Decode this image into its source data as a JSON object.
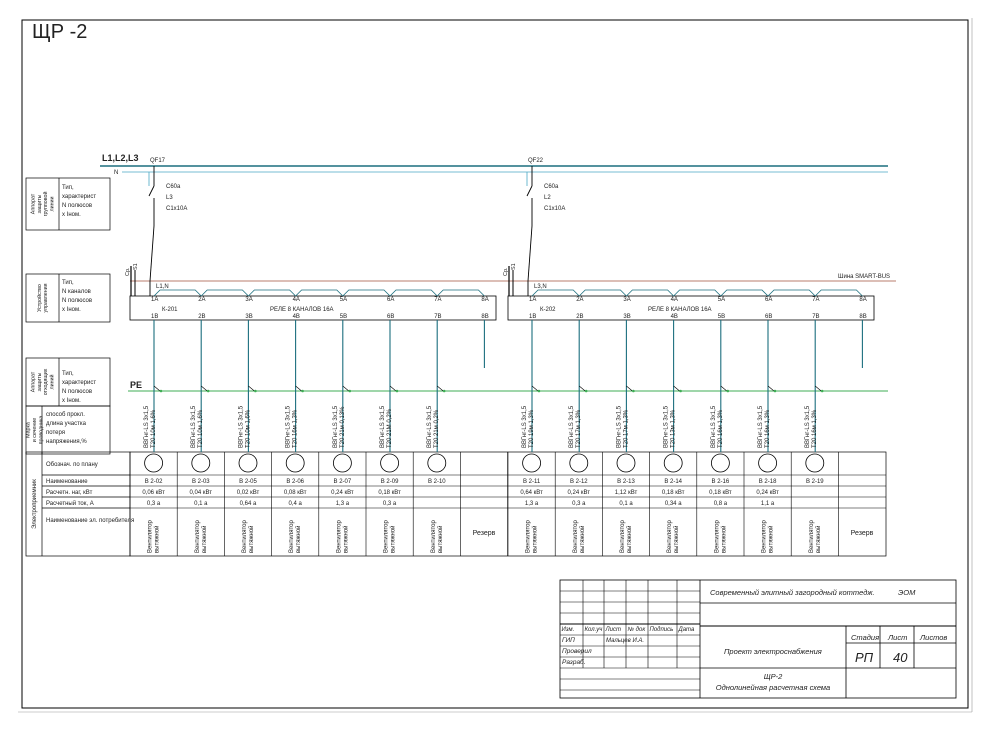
{
  "title": "ЩР -2",
  "bus": {
    "phases": "L1,L2,L3",
    "neutral": "N",
    "pe": "PE",
    "smart_bus": "Шина SMART-BUS"
  },
  "row_labels": {
    "r1_side": [
      "Аппарат",
      "защиты",
      "групповой",
      "линии"
    ],
    "r1_desc": [
      "Тип,",
      "характерист",
      "N полюсов",
      "x Iном."
    ],
    "r2_side": [
      "Устройство",
      "управления"
    ],
    "r2_desc": [
      "Тип,",
      "N каналов",
      "N полюсов",
      "x Iном."
    ],
    "r3_side": [
      "Аппарат",
      "защиты",
      "отходящих",
      "линий"
    ],
    "r3_desc": [
      "Тип,",
      "характерист",
      "N полюсов",
      "x Iном."
    ],
    "r4_side": [
      "Марка",
      "и сечение",
      "проводника"
    ],
    "r4_desc": [
      "способ прокл.",
      "длина участка",
      "потеря",
      "напряжения,%"
    ],
    "consumer_side": "Электроприемник",
    "consumer": [
      "Обознач. по плану",
      "Наименование",
      "Расчетн. наг, кВт",
      "Расчетный ток, А",
      "Наименование эл. потребителя"
    ]
  },
  "groups": [
    {
      "breaker": {
        "name": "QF17",
        "lines": [
          "C60a",
          "L3",
          "C1x10A"
        ]
      },
      "relay": {
        "name": "К-201",
        "desc": "РЕЛЕ 8 КАНАЛОВ 16А",
        "phase": "L1,N"
      },
      "aux": [
        "Ср.",
        "S1"
      ],
      "channels_top": [
        "1А",
        "2А",
        "3А",
        "4А",
        "5А",
        "6А",
        "7А",
        "8А"
      ],
      "channels_bottom": [
        "1В",
        "2В",
        "3В",
        "4В",
        "5В",
        "6В",
        "7В",
        "8В"
      ],
      "cables": [
        [
          "ВВГнг-LS 3х1,5",
          "Т20 10м 1,6%"
        ],
        [
          "ВВГнг-LS 3х1,5",
          "Т20 10м 1,6%"
        ],
        [
          "ВВГнг-LS 3х1,5",
          "Т20 10м 1,6%"
        ],
        [
          "ВВГнг-LS 3х1,5",
          "Т20 16м 1,3%"
        ],
        [
          "ВВГнг-LS 3х1,5",
          "Т20 21м 0,13%"
        ],
        [
          "ВВГнг-LS 3х1,5",
          "Т20 21М 0,2%"
        ],
        [
          "ВВГнг-LS 3х1,5",
          "Т20 21м 0,2%"
        ]
      ],
      "columns": [
        {
          "name": "В 2-02",
          "power": "0,06 кВт",
          "current": "0,3 а",
          "consumer": [
            "Вентилятор",
            "вытяжной"
          ],
          "circle": true
        },
        {
          "name": "В 2-03",
          "power": "0,04 кВт",
          "current": "0,1 а",
          "consumer": [
            "Вентилятор",
            "вытяжной"
          ],
          "circle": true
        },
        {
          "name": "В 2-05",
          "power": "0,02 кВт",
          "current": "0,64 а",
          "consumer": [
            "Вентилятор",
            "вытяжной"
          ],
          "circle": true
        },
        {
          "name": "В 2-06",
          "power": "0,08 кВт",
          "current": "0,4 а",
          "consumer": [
            "Вентилятор",
            "вытяжной"
          ],
          "circle": true
        },
        {
          "name": "В 2-07",
          "power": "0,24 кВт",
          "current": "1,3 а",
          "consumer": [
            "Вентилятор",
            "вытяжной"
          ],
          "circle": true
        },
        {
          "name": "В 2-09",
          "power": "0,18 кВт",
          "current": "0,3 а",
          "consumer": [
            "Вентилятор",
            "вытяжной"
          ],
          "circle": true
        },
        {
          "name": "В 2-10",
          "power": "",
          "current": "",
          "consumer": [
            "Вентилятор",
            "вытяжной"
          ],
          "circle": true
        },
        {
          "name": "",
          "power": "",
          "current": "",
          "consumer": [
            "Резерв"
          ],
          "circle": false
        }
      ]
    },
    {
      "breaker": {
        "name": "QF22",
        "lines": [
          "C60a",
          "L2",
          "C1x10A"
        ]
      },
      "relay": {
        "name": "К-202",
        "desc": "РЕЛЕ 8 КАНАЛОВ 16А",
        "phase": "L3,N"
      },
      "aux": [
        "Ср.",
        "S1"
      ],
      "channels_top": [
        "1А",
        "2А",
        "3А",
        "4А",
        "5А",
        "6А",
        "7А",
        "8А"
      ],
      "channels_bottom": [
        "1В",
        "2В",
        "3В",
        "4В",
        "5В",
        "6В",
        "7В",
        "8В"
      ],
      "cables": [
        [
          "ВВГнг-LS 3х1,5",
          "Т20 19м 1,3%"
        ],
        [
          "ВВГнг-LS 3х1,5",
          "Т20 17м 1,3%"
        ],
        [
          "ВВГнг-LS 3х1,5",
          "Т20 17м 1,3%"
        ],
        [
          "ВВГнг-LS 3х1,5",
          "Т20 13м 1,3%"
        ],
        [
          "ВВГнг-LS 3х1,5",
          "Т20 16м 1,3%"
        ],
        [
          "ВВГнг-LS 3х1,5",
          "Т20 16м 1,3%"
        ],
        [
          "ВВГнг-LS 3х1,5",
          "Т20 16м 1,3%"
        ]
      ],
      "columns": [
        {
          "name": "В 2-11",
          "power": "0,64 кВт",
          "current": "1,3 а",
          "consumer": [
            "Вентилятор",
            "вытяжной"
          ],
          "circle": true
        },
        {
          "name": "В 2-12",
          "power": "0,24 кВт",
          "current": "0,3 а",
          "consumer": [
            "Вентилятор",
            "вытяжной"
          ],
          "circle": true
        },
        {
          "name": "В 2-13",
          "power": "1,12 кВт",
          "current": "0,1 а",
          "consumer": [
            "Вентилятор",
            "вытяжной"
          ],
          "circle": true
        },
        {
          "name": "В 2-14",
          "power": "0,18 кВт",
          "current": "0,34 а",
          "consumer": [
            "Вентилятор",
            "вытяжной"
          ],
          "circle": true
        },
        {
          "name": "В 2-16",
          "power": "0,18 кВт",
          "current": "0,8 а",
          "consumer": [
            "Вентилятор",
            "вытяжной"
          ],
          "circle": true
        },
        {
          "name": "В 2-18",
          "power": "0,24 кВт",
          "current": "1,1 а",
          "consumer": [
            "Вентилятор",
            "вытяжной"
          ],
          "circle": true
        },
        {
          "name": "В 2-19",
          "power": "",
          "current": "",
          "consumer": [
            "Вентилятор",
            "вытяжной"
          ],
          "circle": true
        },
        {
          "name": "",
          "power": "",
          "current": "",
          "consumer": [
            "Резерв"
          ],
          "circle": false
        }
      ]
    }
  ],
  "stamp": {
    "object": "Современный элитный загородный коттедж.",
    "section": "ЭОМ",
    "headers": [
      "Изм.",
      "Кол.уч",
      "Лист",
      "№ док",
      "Подпись",
      "Дата"
    ],
    "roles": [
      "ГИП",
      "Проверил",
      "Разраб."
    ],
    "gip_name": "Мальцев И.А.",
    "project": "Проект электроснабжения",
    "stage_label": "Стадия",
    "sheet_label": "Лист",
    "sheets_label": "Листов",
    "stage": "РП",
    "sheet": "40",
    "sheets": "",
    "doc_line1": "ЩР-2",
    "doc_line2": "Однолинейная расчетная схема"
  },
  "colors": {
    "bus": "#1b6e7e",
    "neutral": "#4aa8c4",
    "pe": "#3fae55",
    "smart_bus": "#a0523d",
    "line": "#000000"
  }
}
